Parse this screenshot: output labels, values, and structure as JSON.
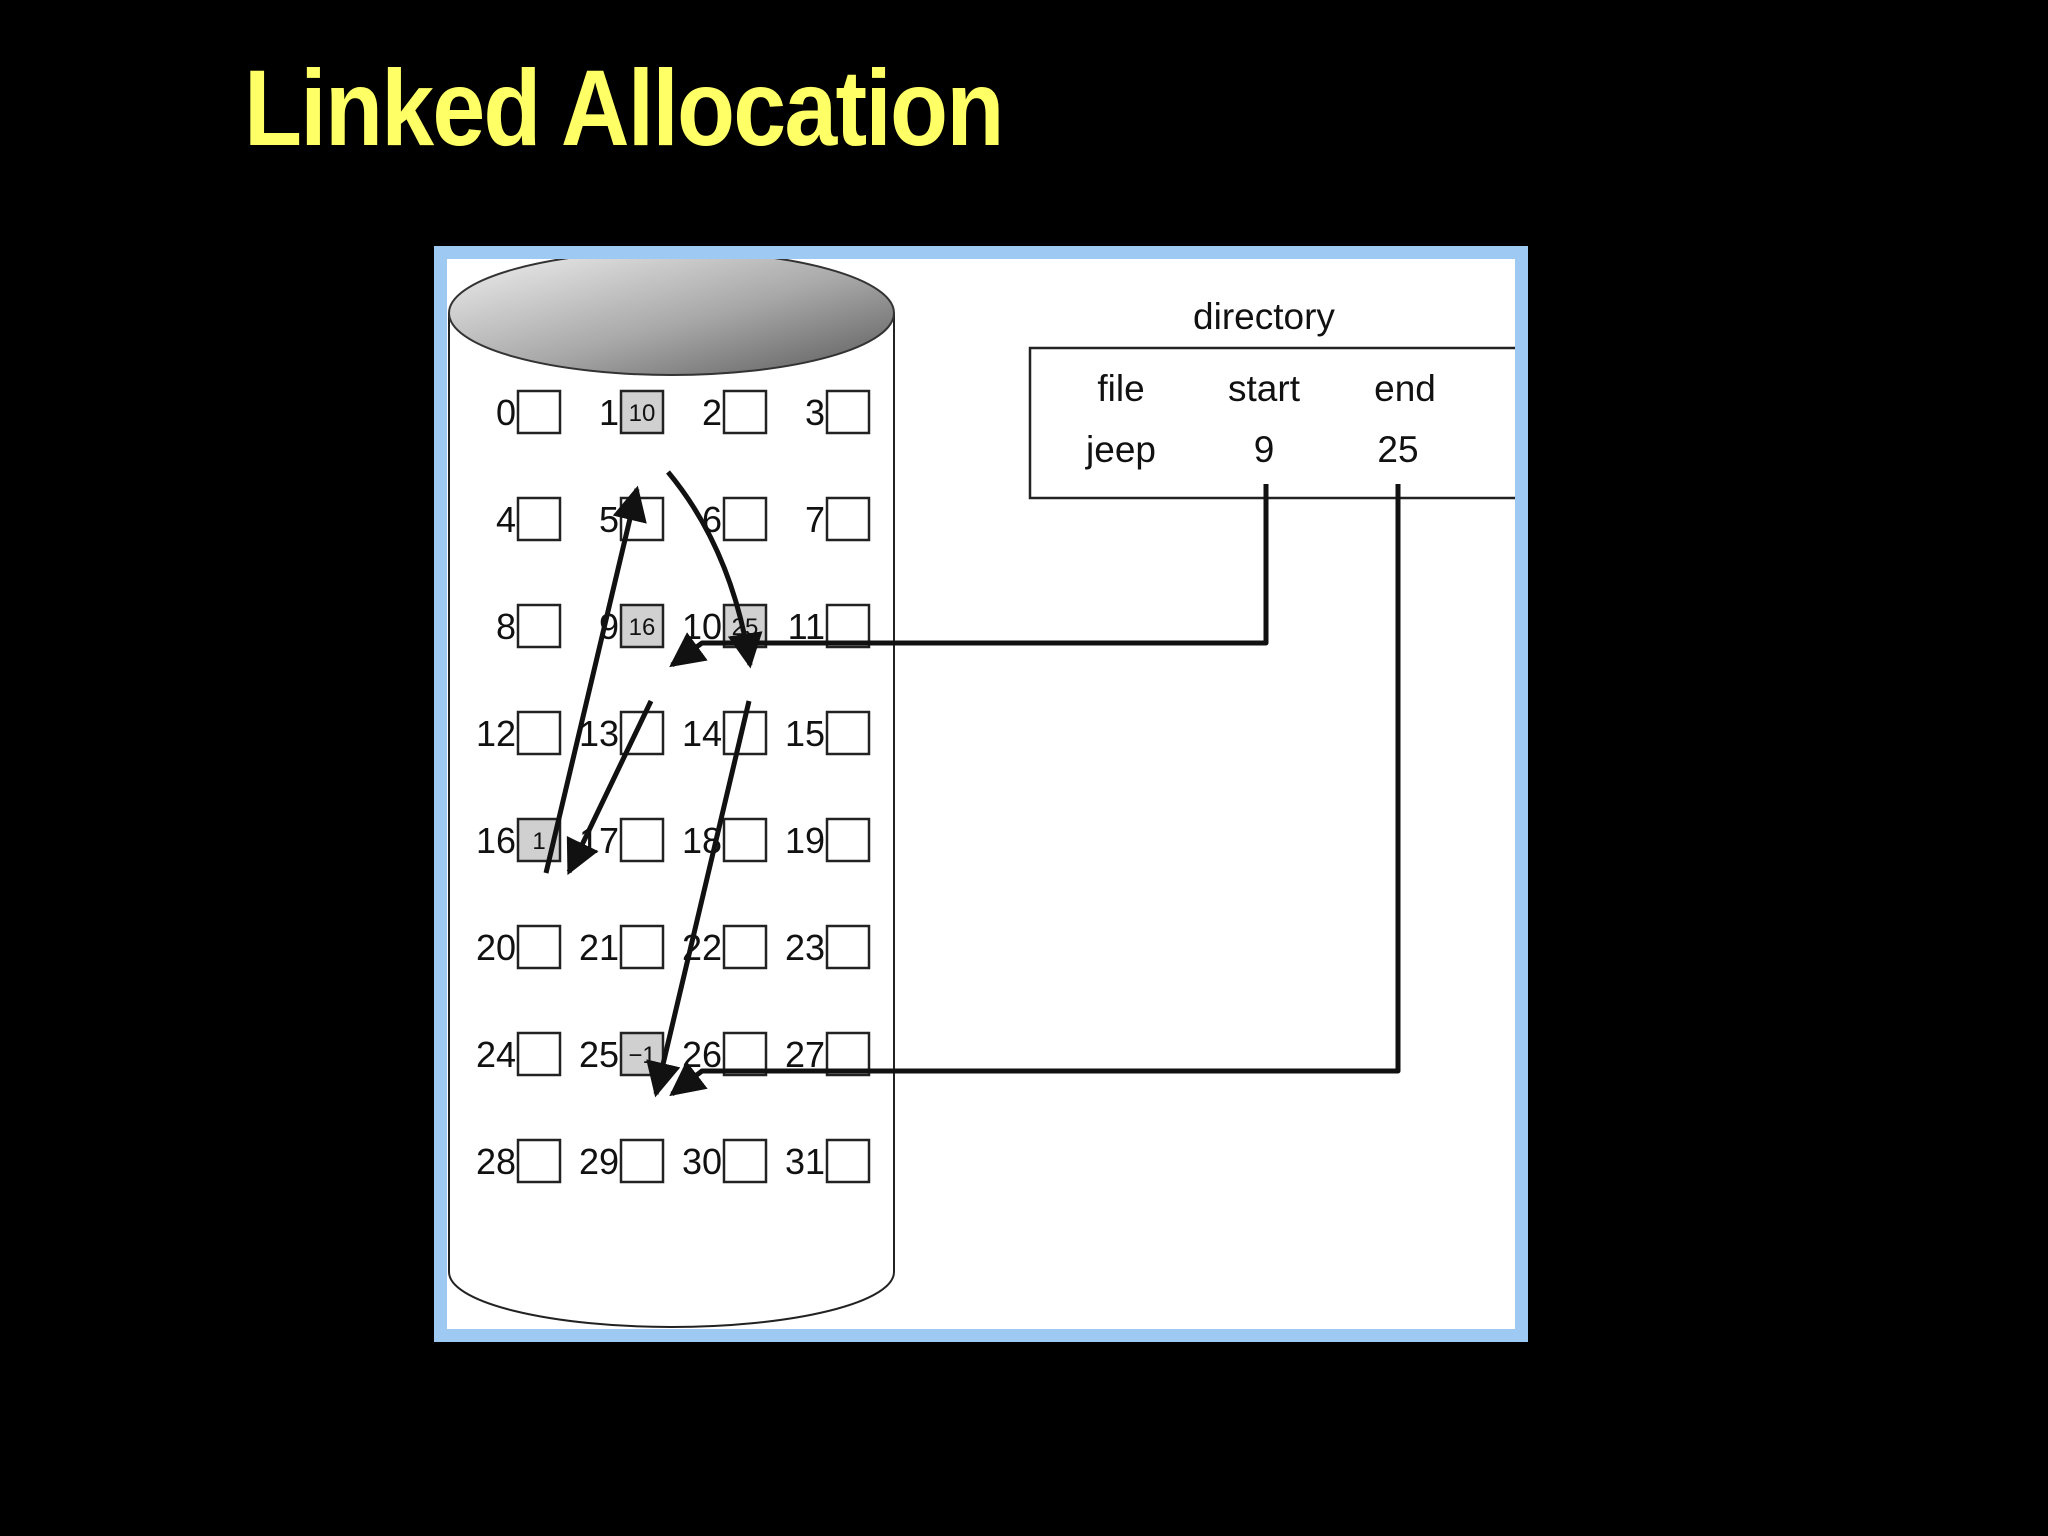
{
  "slide": {
    "title": "Linked Allocation",
    "title_color": "#ffff66",
    "background_color": "#000000",
    "frame_color": "#9dc9f3"
  },
  "disk": {
    "block_count": 32,
    "columns": 4,
    "used_blocks": [
      {
        "block": 1,
        "pointer": "10"
      },
      {
        "block": 9,
        "pointer": "16"
      },
      {
        "block": 10,
        "pointer": "25"
      },
      {
        "block": 16,
        "pointer": "1"
      },
      {
        "block": 25,
        "pointer": "−1"
      }
    ],
    "chain": [
      9,
      16,
      1,
      10,
      25
    ],
    "used_block_color": "#d0d0d0"
  },
  "directory": {
    "title": "directory",
    "headers": [
      "file",
      "start",
      "end"
    ],
    "rows": [
      {
        "file": "jeep",
        "start": "9",
        "end": "25"
      }
    ]
  }
}
